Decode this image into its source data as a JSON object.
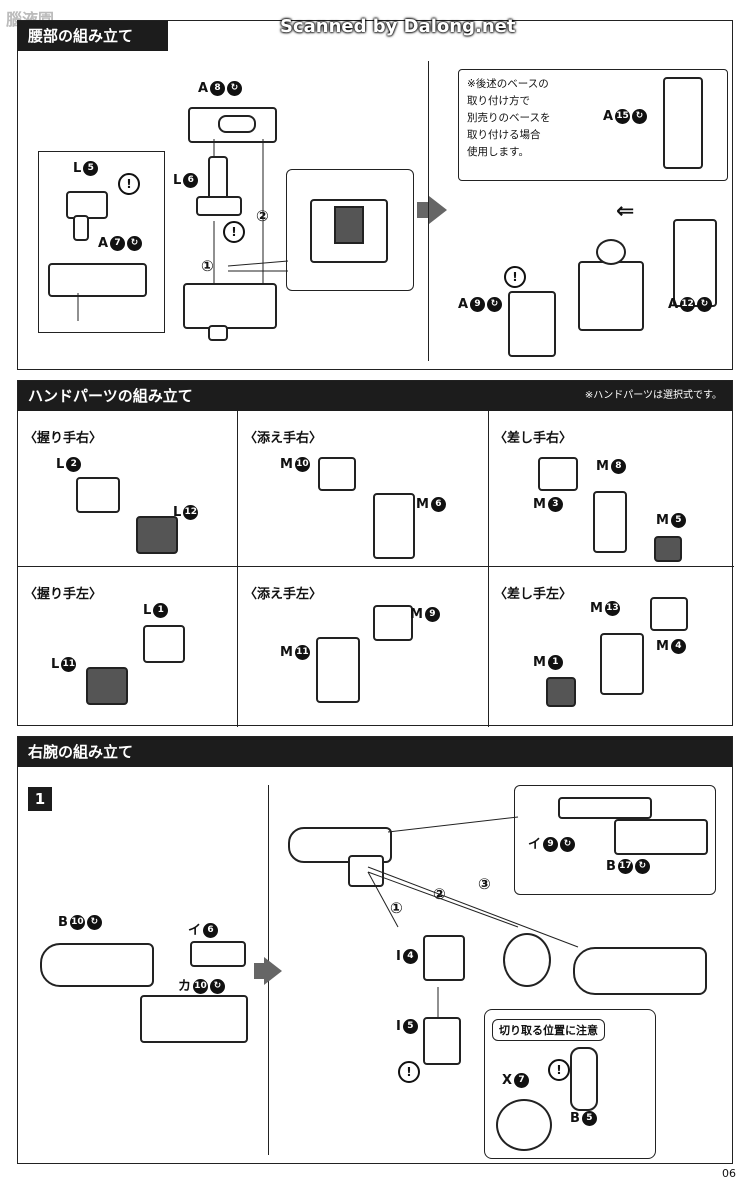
{
  "logo": "腦液園",
  "watermark": "Scanned by Dalong.net",
  "section1": {
    "title": "腰部の組み立て",
    "labels": {
      "a8": "A",
      "a8n": "8",
      "l5": "L",
      "l5n": "5",
      "l6": "L",
      "l6n": "6",
      "a7": "A",
      "a7n": "7",
      "step1": "①",
      "step2": "②",
      "a15": "A",
      "a15n": "15",
      "a9": "A",
      "a9n": "9",
      "a12": "A",
      "a12n": "12"
    },
    "note_lines": [
      "※後述のベースの",
      "取り付け方で",
      "別売りのベースを",
      "取り付ける場合",
      "使用します。"
    ]
  },
  "section2": {
    "title": "ハンドパーツの組み立て",
    "note": "※ハンドパーツは選択式です。",
    "cells": {
      "grip_right": "〈握り手右〉",
      "support_right": "〈添え手右〉",
      "point_right": "〈差し手右〉",
      "grip_left": "〈握り手左〉",
      "support_left": "〈添え手左〉",
      "point_left": "〈差し手左〉"
    },
    "labels": {
      "c1a": "L",
      "c1an": "2",
      "c1b": "L",
      "c1bn": "12",
      "c2a": "M",
      "c2an": "10",
      "c2b": "M",
      "c2bn": "6",
      "c3a": "M",
      "c3an": "8",
      "c3b": "M",
      "c3bn": "3",
      "c3c": "M",
      "c3cn": "5",
      "c4a": "L",
      "c4an": "1",
      "c4b": "L",
      "c4bn": "11",
      "c5a": "M",
      "c5an": "9",
      "c5b": "M",
      "c5bn": "11",
      "c6a": "M",
      "c6an": "13",
      "c6b": "M",
      "c6bn": "4",
      "c6c": "M",
      "c6cn": "1"
    }
  },
  "section3": {
    "title": "右腕の組み立て",
    "step": "1",
    "labels": {
      "b10": "B",
      "b10n": "10",
      "i6": "イ",
      "i6n": "6",
      "ka10": "カ",
      "ka10n": "10",
      "i9": "イ",
      "i9n": "9",
      "b17": "B",
      "b17n": "17",
      "I4": "I",
      "I4n": "4",
      "I5": "I",
      "I5n": "5",
      "x7": "X",
      "x7n": "7",
      "b5": "B",
      "b5n": "5",
      "s1": "①",
      "s2": "②",
      "s3": "③"
    },
    "cut_note": "切り取る位置に注意"
  },
  "page_number": "06"
}
